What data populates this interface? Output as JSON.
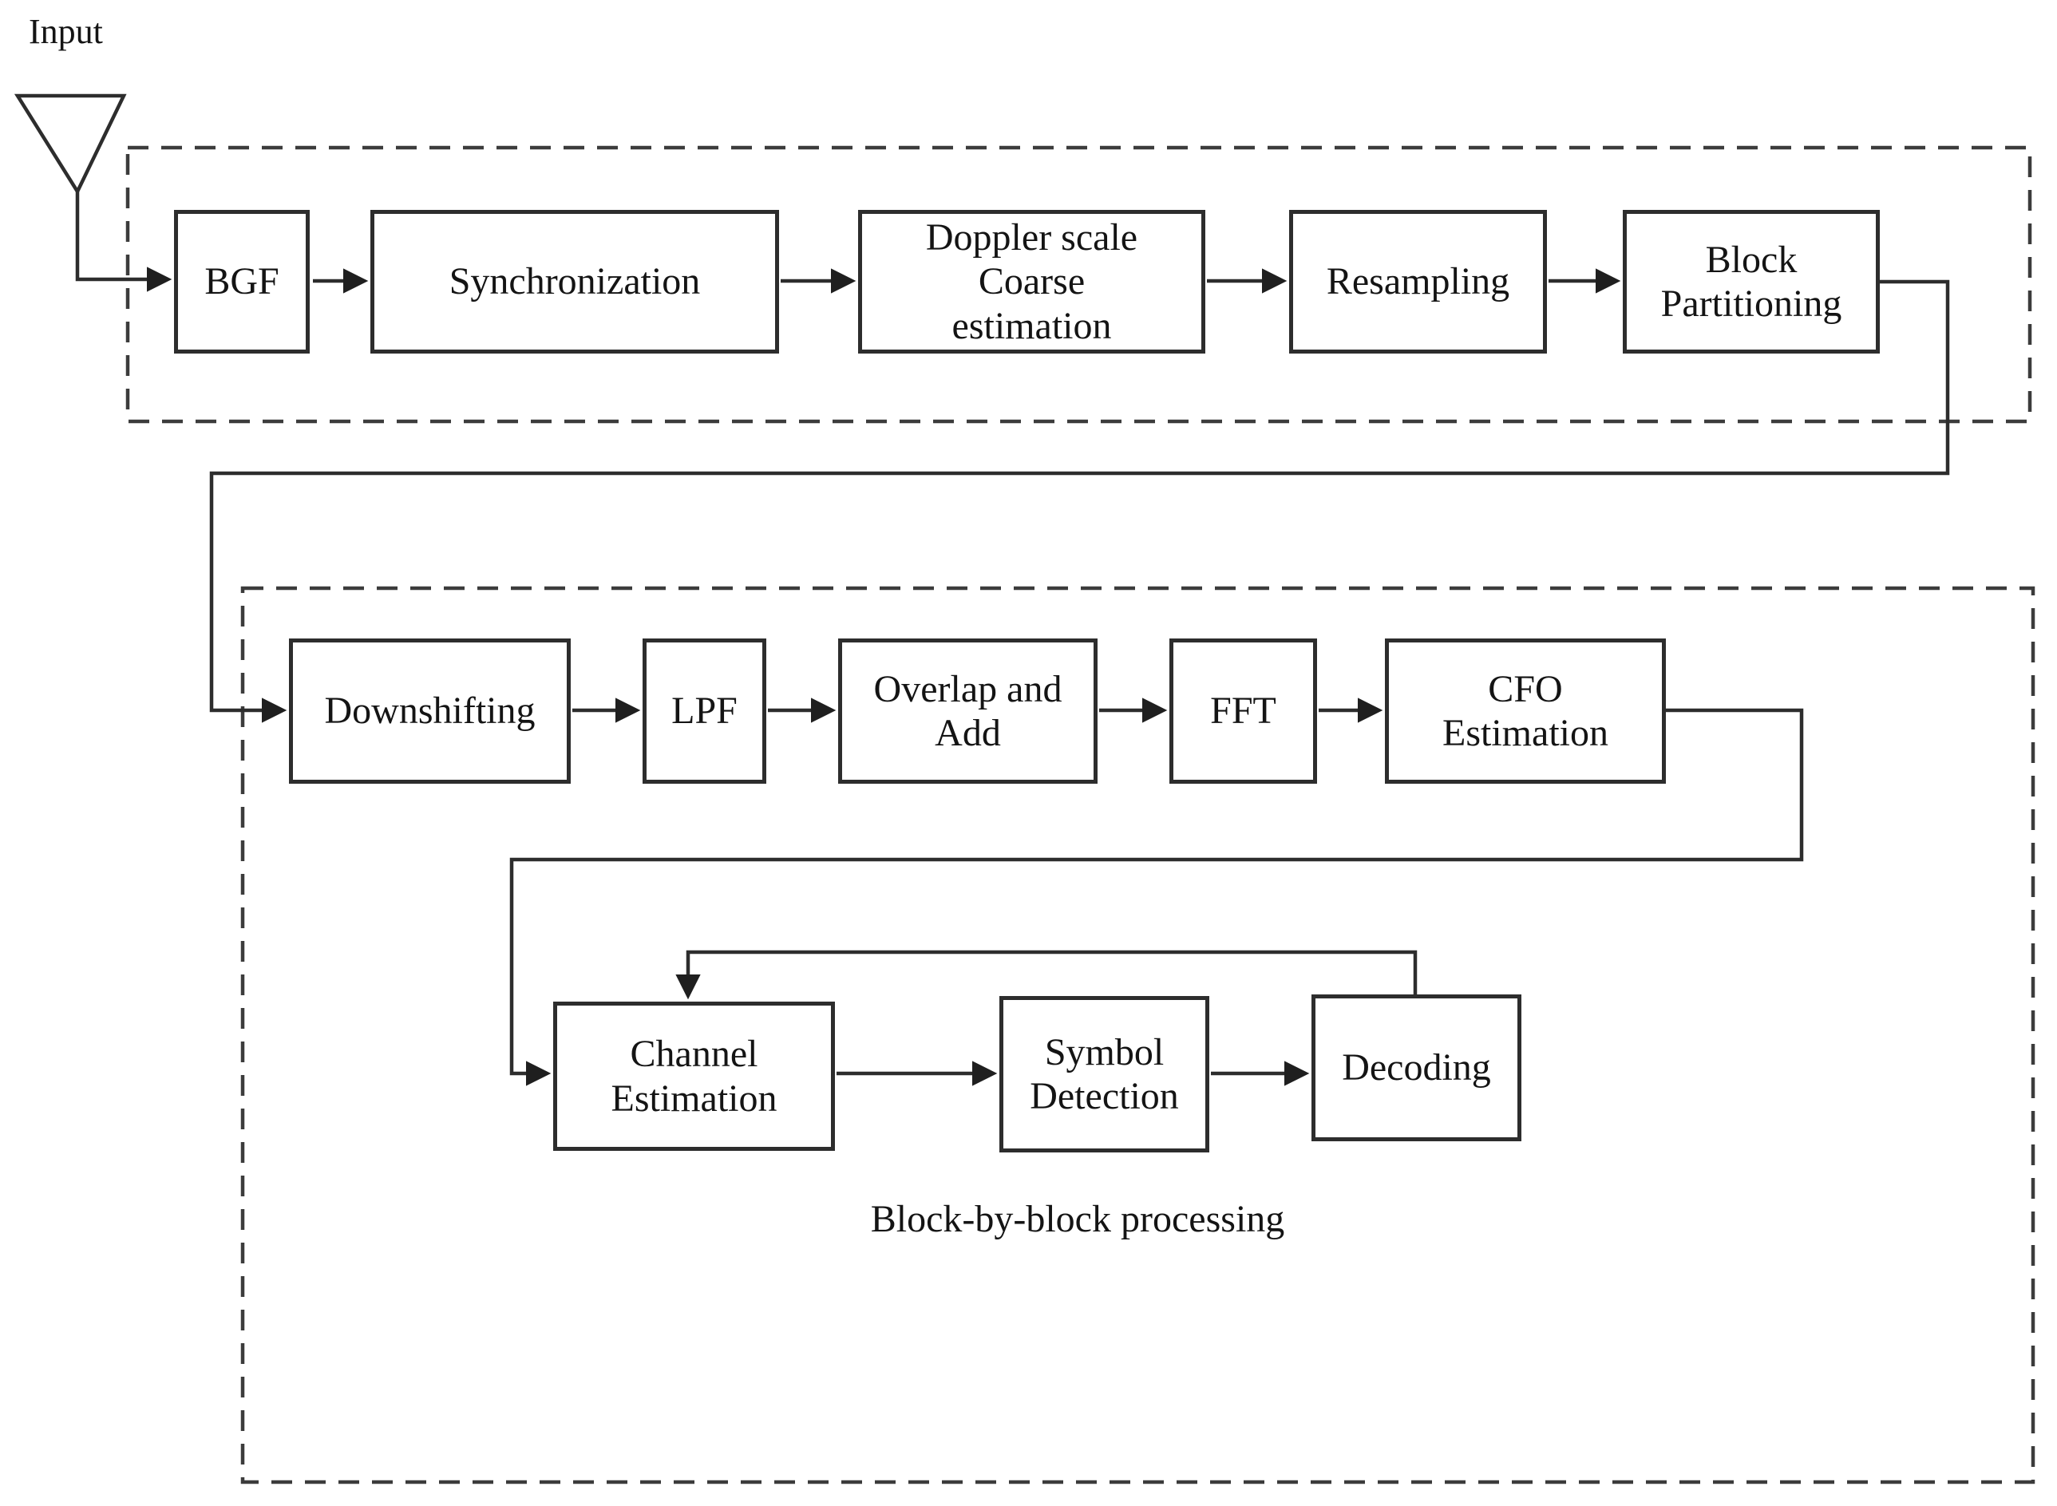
{
  "figure": {
    "input_label": "Input",
    "caption": "Block-by-block processing",
    "preprocessing_nodes": [
      {
        "id": "bgf",
        "label": "BGF"
      },
      {
        "id": "synchronization",
        "label": "Synchronization"
      },
      {
        "id": "doppler-coarse-estimation",
        "label": "Doppler scale\nCoarse\nestimation"
      },
      {
        "id": "resampling",
        "label": "Resampling"
      },
      {
        "id": "block-partitioning",
        "label": "Block\nPartitioning"
      }
    ],
    "block_processing_nodes": [
      {
        "id": "downshifting",
        "label": "Downshifting"
      },
      {
        "id": "lpf",
        "label": "LPF"
      },
      {
        "id": "overlap-and-add",
        "label": "Overlap and\nAdd"
      },
      {
        "id": "fft",
        "label": "FFT"
      },
      {
        "id": "cfo-estimation",
        "label": "CFO\nEstimation"
      },
      {
        "id": "channel-estimation",
        "label": "Channel\nEstimation"
      },
      {
        "id": "symbol-detection",
        "label": "Symbol\nDetection"
      },
      {
        "id": "decoding",
        "label": "Decoding"
      }
    ],
    "colors": {
      "line": "#2d2d2d",
      "dashed_boundary": "#3c3c3c",
      "text": "#141414",
      "background": "#ffffff"
    }
  }
}
